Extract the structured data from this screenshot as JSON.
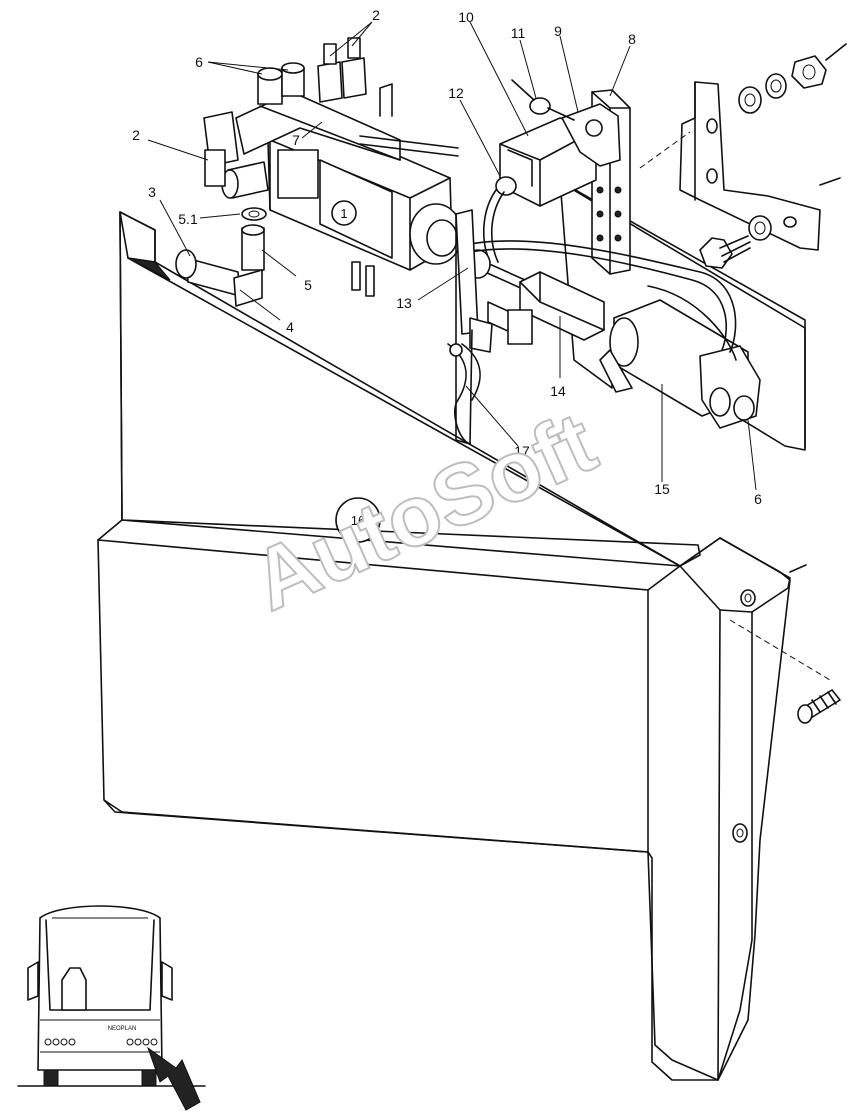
{
  "watermark": "AutoSoft",
  "part_labels": {
    "l2a": "2",
    "l6a": "6",
    "l2b": "2",
    "l7": "7",
    "l3": "3",
    "l51": "5.1",
    "l5": "5",
    "l4": "4",
    "l10": "10",
    "l11": "11",
    "l9": "9",
    "l8": "8",
    "l12": "12",
    "l13": "13",
    "l14": "14",
    "l17": "17",
    "l15": "15",
    "l6b": "6"
  },
  "circled_labels": {
    "c1": "1",
    "c16": "16"
  },
  "bus_badge": "NEOPLAN"
}
